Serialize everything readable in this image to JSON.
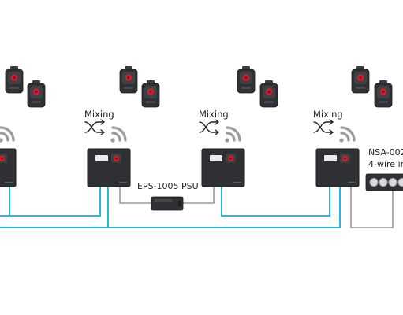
{
  "labels": {
    "mixing": "Mixing",
    "psu": "EPS-1005 PSU",
    "nsa_line1": "NSA-002",
    "nsa_line2": "4-wire in"
  },
  "colors": {
    "cable_blue": "#29b6e6",
    "cable_grey": "#9a9a9a",
    "unit_body": "#2e3033",
    "unit_border": "#1a1b1d",
    "display": "#e8eaec",
    "button_red": "#d11f2a",
    "wifi": "#9b9b9b",
    "text": "#222222"
  },
  "icons": [
    "beltpack-icon",
    "mixing-crossover-icon",
    "wifi-icon",
    "base-station-icon",
    "psu-icon",
    "interface-box-icon"
  ]
}
